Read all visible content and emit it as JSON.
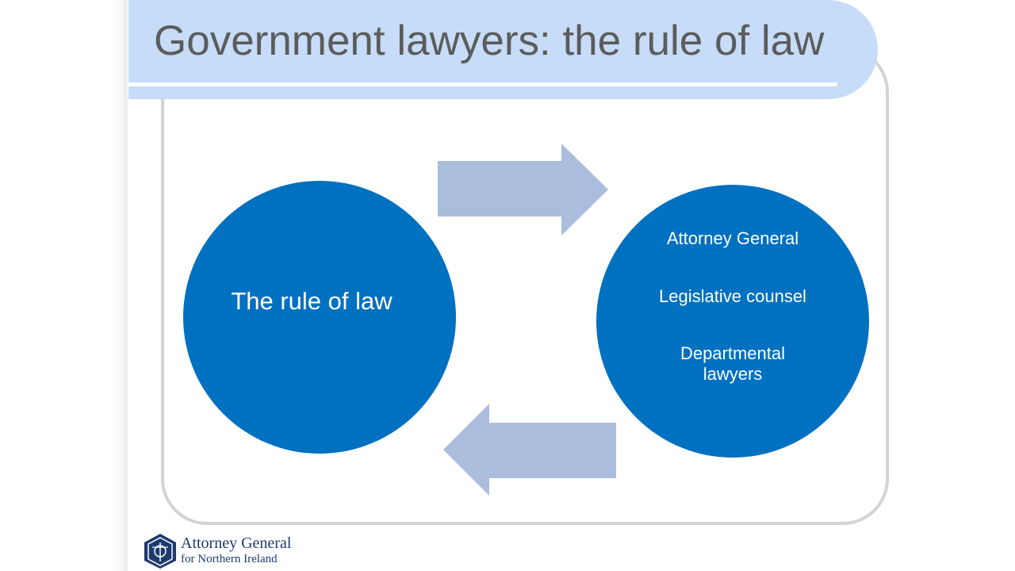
{
  "slide": {
    "title": "Government lawyers: the rule of law"
  },
  "diagram": {
    "left_circle": {
      "label": "The rule of law"
    },
    "right_circle": {
      "items": [
        "Attorney General",
        "Legislative counsel",
        "Departmental",
        "lawyers"
      ]
    }
  },
  "footer": {
    "logo_line1": "Attorney General",
    "logo_line2": "for Northern Ireland"
  },
  "colors": {
    "title_band": "#c6dcf8",
    "circle": "#0070c0",
    "arrow": "#abbddd",
    "frame": "#d3d3d3",
    "title_text": "#5c5c5c"
  }
}
